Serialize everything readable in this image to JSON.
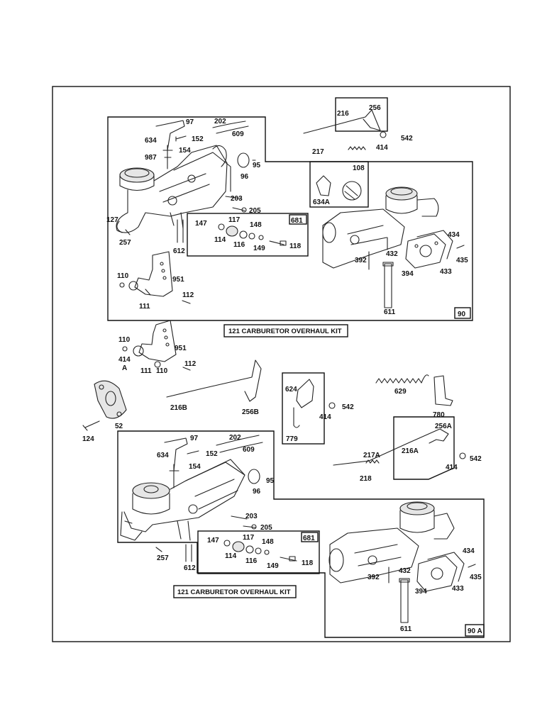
{
  "assembly_top": {
    "kit_label": "121 CARBURETOR OVERHAUL KIT",
    "box_label": "90",
    "inner_box_label": "681",
    "callouts": {
      "c97": "97",
      "c202": "202",
      "c634": "634",
      "c152": "152",
      "c609": "609",
      "c154": "154",
      "c987": "987",
      "c96": "96",
      "c95": "95",
      "c203": "203",
      "c205": "205",
      "c127": "127",
      "c257": "257",
      "c612": "612",
      "c147": "147",
      "c117": "117",
      "c148": "148",
      "c114": "114",
      "c116": "116",
      "c149": "149",
      "c118": "118",
      "c110": "110",
      "c951": "951",
      "c112": "112",
      "c111": "111",
      "c216": "216",
      "c256": "256",
      "c414": "414",
      "c542": "542",
      "c217": "217",
      "c108": "108",
      "c634a": "634A",
      "c434": "434",
      "c392": "392",
      "c432": "432",
      "c394": "394",
      "c433": "433",
      "c435": "435",
      "c611": "611"
    }
  },
  "loose_parts": {
    "c110": "110",
    "c951": "951",
    "c414": "414",
    "c414a": "A",
    "c111": "111",
    "c110b": "110",
    "c112": "112",
    "c216b": "216B",
    "c256b": "256B",
    "c52": "52",
    "c124": "124",
    "c624": "624",
    "c414b": "414",
    "c542": "542",
    "c779": "779",
    "c629": "629",
    "c780": "780"
  },
  "assembly_bottom": {
    "kit_label": "121 CARBURETOR OVERHAUL KIT",
    "box_label": "90 A",
    "inner_box_label": "681",
    "callouts": {
      "c97": "97",
      "c202": "202",
      "c634": "634",
      "c152": "152",
      "c609": "609",
      "c154": "154",
      "c96": "96",
      "c95": "95",
      "c203": "203",
      "c205": "205",
      "c257": "257",
      "c612": "612",
      "c147": "147",
      "c117": "117",
      "c148": "148",
      "c114": "114",
      "c116": "116",
      "c149": "149",
      "c118": "118",
      "c256a": "256A",
      "c217a": "217A",
      "c216a": "216A",
      "c414": "414",
      "c542": "542",
      "c218": "218",
      "c434": "434",
      "c392": "392",
      "c432": "432",
      "c394": "394",
      "c433": "433",
      "c435": "435",
      "c611": "611"
    }
  }
}
